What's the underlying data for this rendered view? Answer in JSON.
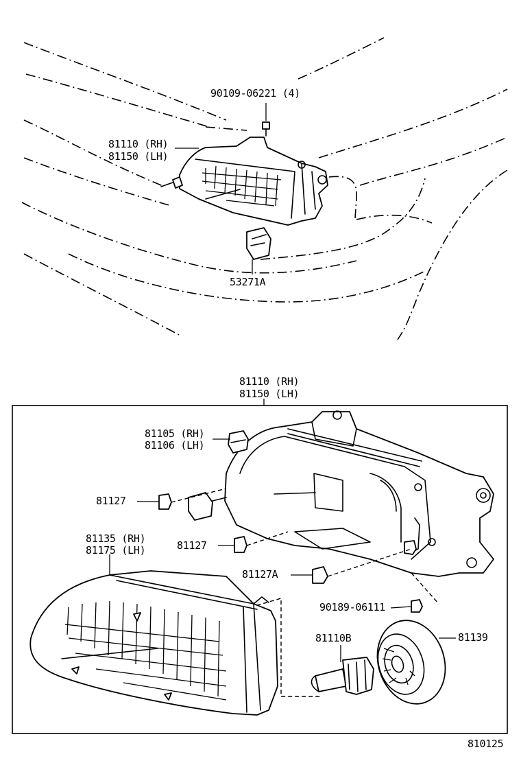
{
  "top_view": {
    "labels": {
      "bolt": "90109-06221 (4)",
      "headlamp_rh": "81110 (RH)",
      "headlamp_lh": "81150 (LH)",
      "bracket": "53271A"
    }
  },
  "exploded_view": {
    "assembly_rh": "81110 (RH)",
    "assembly_lh": "81150 (LH)",
    "labels": {
      "housing_rh": "81105 (RH)",
      "housing_lh": "81106 (LH)",
      "retainer_1": "81127",
      "retainer_2": "81127",
      "retainer_3": "81127A",
      "lens_rh": "81135 (RH)",
      "lens_lh": "81175 (LH)",
      "screw": "90189-06111",
      "bulb": "81110B",
      "socket_cover": "81139"
    }
  },
  "diagram_code": "810125"
}
